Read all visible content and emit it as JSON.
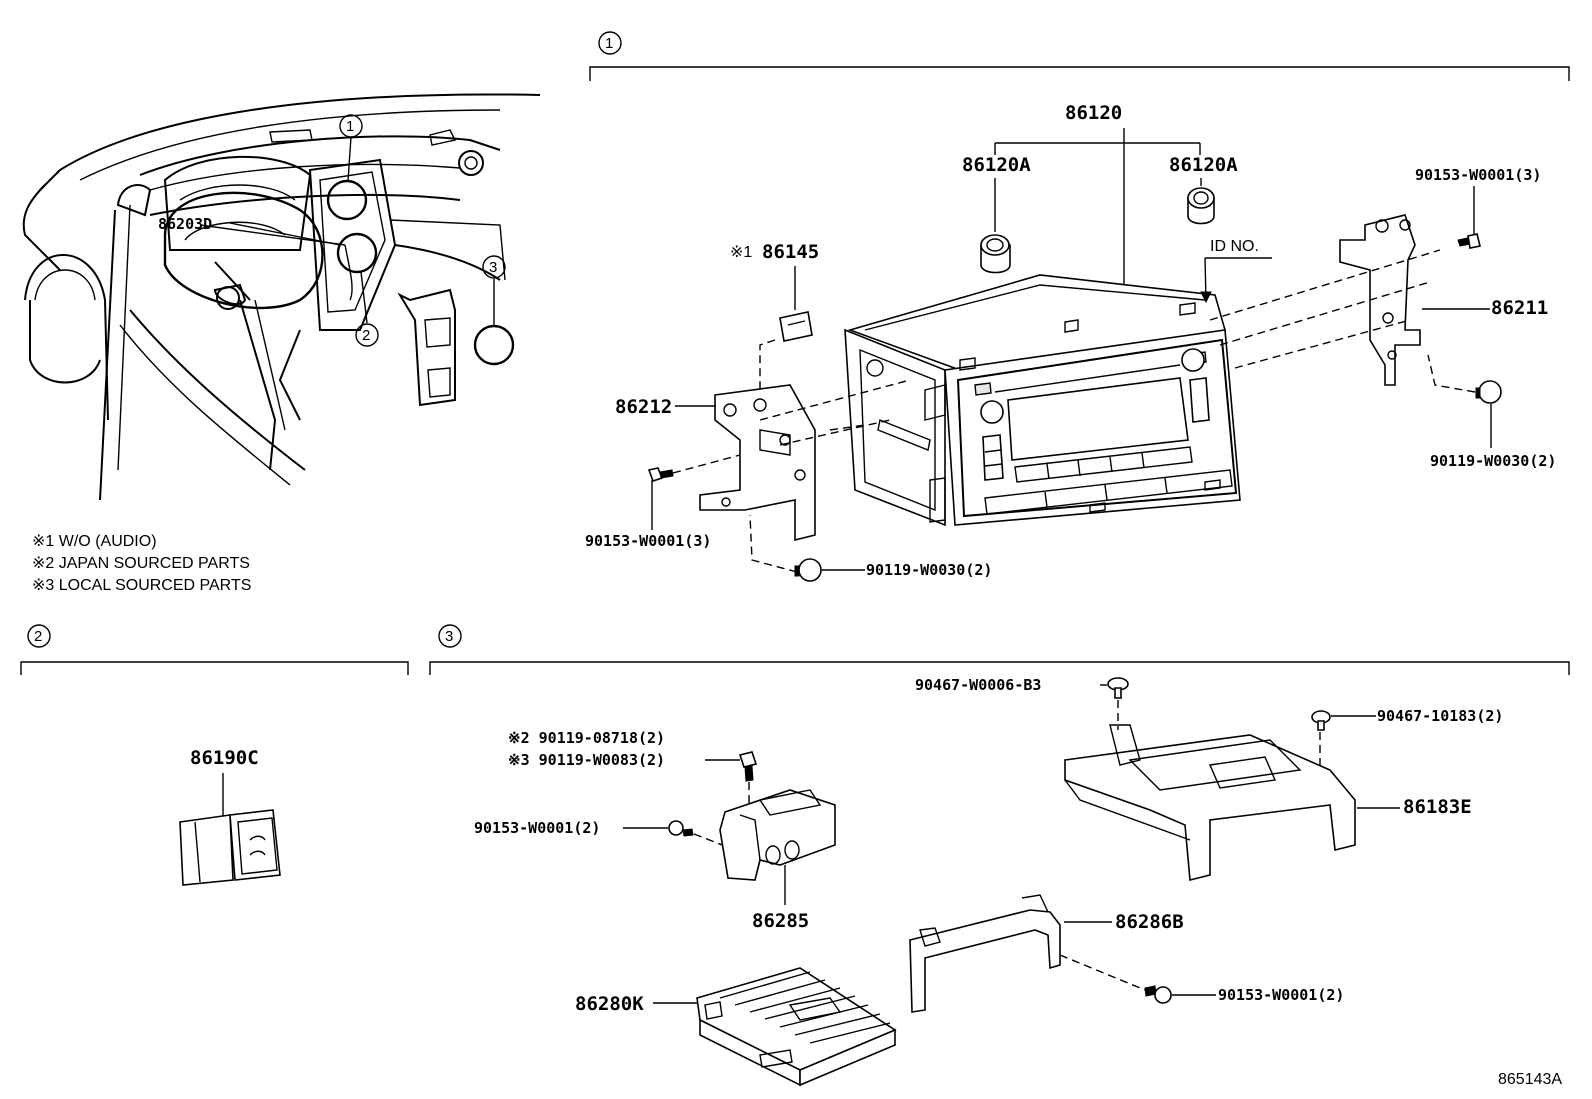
{
  "diagram_code": "865143A",
  "callouts": {
    "c1": "1",
    "c2": "2",
    "c3": "3"
  },
  "notes": [
    "※1 W/O (AUDIO)",
    "※2 JAPAN SOURCED PARTS",
    "※3 LOCAL SOURCED PARTS"
  ],
  "parts": {
    "p86203D": "86203D",
    "p86120": "86120",
    "p86120A_left": "86120A",
    "p86120A_right": "86120A",
    "p86145_mark": "※1",
    "p86145": "86145",
    "id_no": "ID NO.",
    "p90153_top_right": "90153-W0001(3)",
    "p86211": "86211",
    "p86212": "86212",
    "p90119_right": "90119-W0030(2)",
    "p90153_left": "90153-W0001(3)",
    "p90119_bottom": "90119-W0030(2)",
    "p86190C": "86190C",
    "p90467_B3": "90467-W0006-B3",
    "p90467_10183": "90467-10183(2)",
    "p90119_08718": "※2 90119-08718(2)",
    "p90119_W0083": "※3 90119-W0083(2)",
    "p90153_86285": "90153-W0001(2)",
    "p86183E": "86183E",
    "p86285": "86285",
    "p86286B": "86286B",
    "p86280K": "86280K",
    "p90153_86286B": "90153-W0001(2)"
  }
}
